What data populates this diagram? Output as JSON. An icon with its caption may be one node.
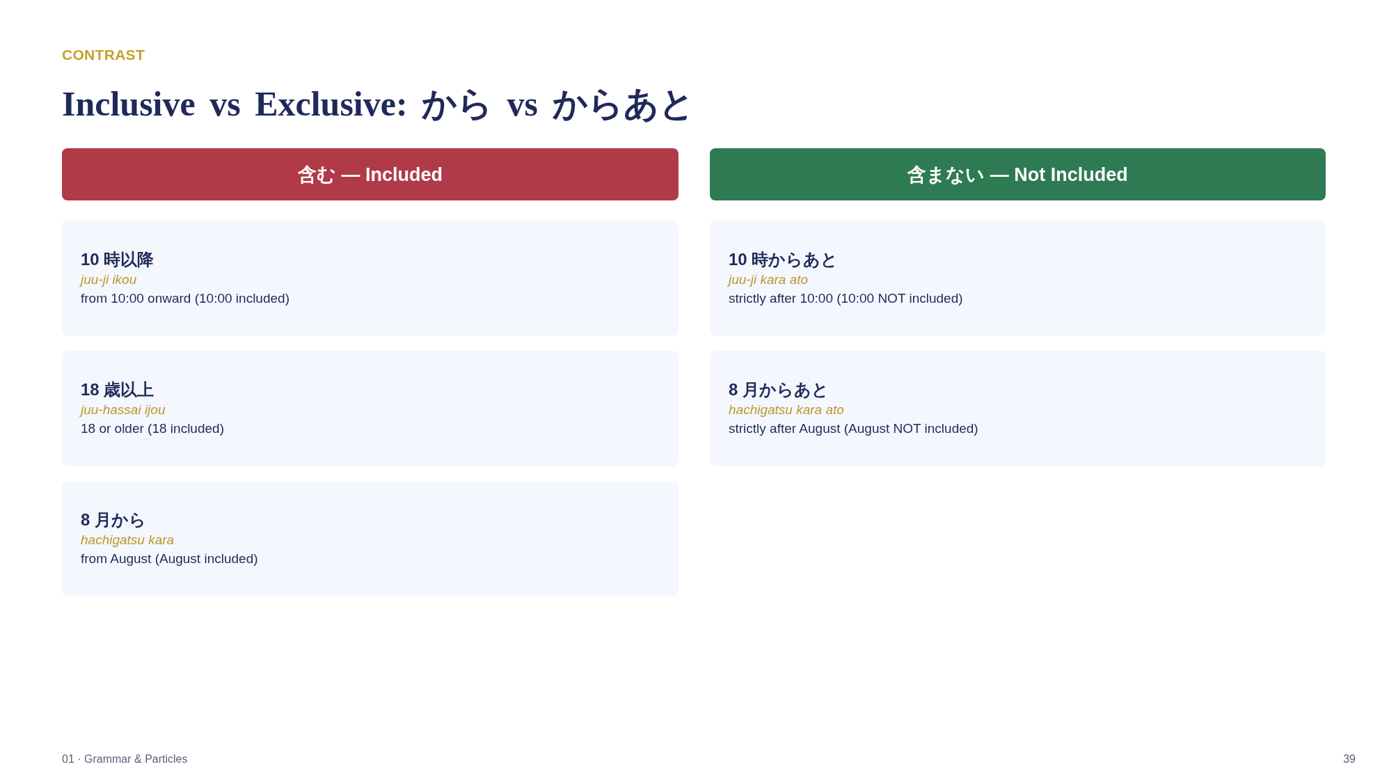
{
  "diagram": {
    "title": "Inclusive vs Exclusive: から vs からあと",
    "nodes": [
      {
        "text": [
          "含む — Included"
        ]
      },
      {
        "text": [
          "10 時以降",
          "juu-ji ikou",
          "from 10:00 onward (10:00 included)"
        ]
      },
      {
        "text": [
          "18 歳以上",
          "juu-hassai ijou",
          "18 or older (18 included)"
        ]
      },
      {
        "text": [
          "8 月から",
          "hachigatsu kara",
          "from August (August included)"
        ]
      },
      {
        "text": [
          "含まない — Not Included"
        ]
      },
      {
        "text": [
          "10 時からあと",
          "juu-ji kara ato",
          "strictly after 10:00 (10:00 NOT included)"
        ]
      },
      {
        "text": [
          "8 月からあと",
          "hachigatsu kara ato",
          "strictly after August (August NOT included)"
        ]
      }
    ],
    "labels": [
      "CONTRAST",
      "01 · Grammar & Particles",
      "39"
    ]
  }
}
